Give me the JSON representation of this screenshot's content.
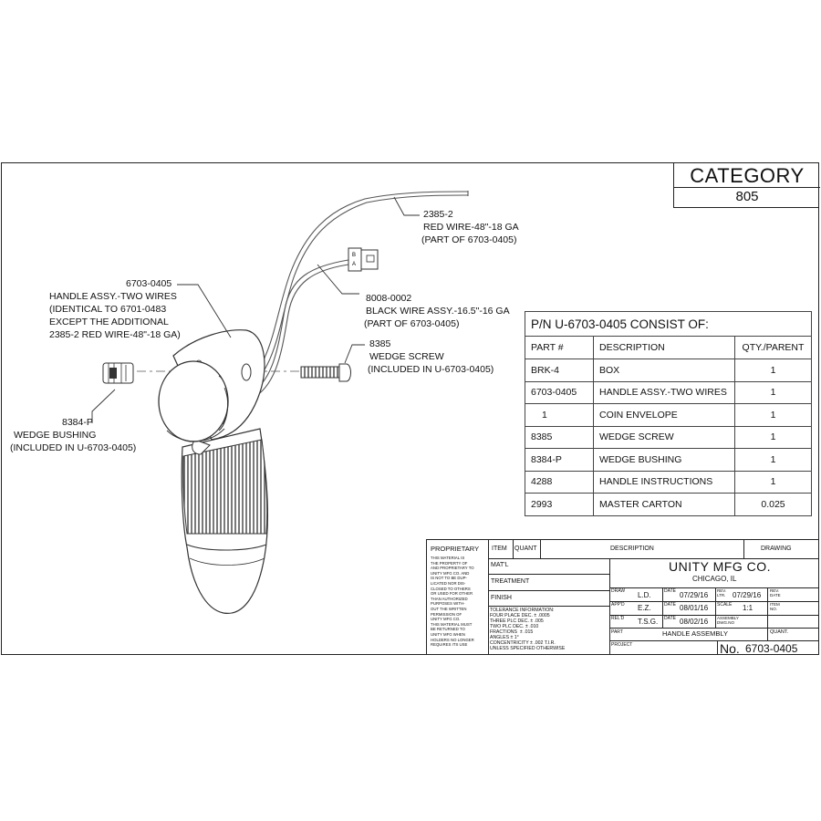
{
  "category": {
    "title": "CATEGORY",
    "number": "805"
  },
  "callouts": {
    "red_wire": {
      "part": "2385-2",
      "line1": "RED WIRE-48\"-18 GA",
      "line2": "(PART OF 6703-0405)"
    },
    "handle_assy": {
      "part": "6703-0405",
      "line1": "HANDLE ASSY.-TWO WIRES",
      "line2": "(IDENTICAL TO 6701-0483",
      "line3": "EXCEPT THE ADDITIONAL",
      "line4": "2385-2 RED WIRE-48\"-18 GA)"
    },
    "black_wire": {
      "part": "8008-0002",
      "line1": "BLACK WIRE ASSY.-16.5\"-16 GA",
      "line2": "(PART OF 6703-0405)"
    },
    "wedge_screw": {
      "part": "8385",
      "line1": "WEDGE SCREW",
      "line2": "(INCLUDED IN U-6703-0405)"
    },
    "wedge_bushing": {
      "part": "8384-P",
      "line1": "WEDGE BUSHING",
      "line2": "(INCLUDED IN U-6703-0405)"
    }
  },
  "connector_letters": {
    "top": "B",
    "bottom": "A"
  },
  "parts_table": {
    "title": "P/N U-6703-0405 CONSIST OF:",
    "headers": [
      "PART #",
      "DESCRIPTION",
      "QTY./PARENT"
    ],
    "rows": [
      {
        "part": "BRK-4",
        "description": "BOX",
        "qty": "1"
      },
      {
        "part": "6703-0405",
        "description": "HANDLE ASSY.-TWO WIRES",
        "qty": "1"
      },
      {
        "part": "1",
        "description": "COIN ENVELOPE",
        "qty": "1"
      },
      {
        "part": "8385",
        "description": "WEDGE SCREW",
        "qty": "1"
      },
      {
        "part": "8384-P",
        "description": "WEDGE BUSHING",
        "qty": "1"
      },
      {
        "part": "4288",
        "description": "HANDLE INSTRUCTIONS",
        "qty": "1"
      },
      {
        "part": "2993",
        "description": "MASTER CARTON",
        "qty": "0.025"
      }
    ]
  },
  "title_block": {
    "proprietary": "PROPRIETARY",
    "proprietary_text": "THIS MATERIAL IS\nTHE PROPERTY OF\nAND PROPRIETARY TO\nUNITY MFG CO. AND\nIS NOT TO BE DUP-\nLICATED NOR DIS-\nCLOSED TO OTHERS\nOR USED FOR OTHER\nTHAN AUTHORIZED\nPURPOSES WITH-\nOUT THE WRITTEN\nPERMISSION OF\nUNITY MFG CO.\nTHIS MATERIAL MUST\nBE RETURNED TO\nUNITY MFG WHEN\nHOLDERS NO LONGER\nREQUIRES ITS USE",
    "item": "ITEM",
    "quant": "QUANT",
    "description": "DESCRIPTION",
    "drawing": "DRAWING",
    "matl": "MAT'L",
    "treatment": "TREATMENT",
    "finish": "FINISH",
    "tolerance": "TOLERANCE INFORMATION:\nFOUR PLACE DEC. ± .0005\nTHREE PLC DEC. ± .005\nTWO PLC DEC. ± .010\nFRACTIONS  ± .015\nANGLES ± 1°\nCONCENTRICITY ± .002 T.I.R.\nUNLESS SPECIFIED OTHERWISE",
    "company": "UNITY MFG CO.",
    "city": "CHICAGO, IL",
    "draw_label": "DRAW",
    "draw_by": "L.D.",
    "date_label": "DATE",
    "draw_date": "07/29/16",
    "rev_label": "REV.\nLTR.",
    "rev_date": "07/29/16",
    "rev_date_label": "REV.\nDATE",
    "appd_label": "APP'D",
    "appd_by": "E.Z.",
    "appd_date": "08/01/16",
    "scale_label": "SCALE",
    "scale": "1:1",
    "item_no_label": "ITEM\nNO.",
    "reld_label": "REL'D",
    "reld_by": "T.S.G.",
    "reld_date": "08/02/16",
    "assembly_label": "ASSEMBLY\nDWG.NO",
    "part_label": "PART",
    "part_name": "HANDLE ASSEMBLY",
    "quant_label": "QUANT.",
    "project_label": "PROJECT",
    "no_label": "No.",
    "drawing_number": "6703-0405"
  }
}
